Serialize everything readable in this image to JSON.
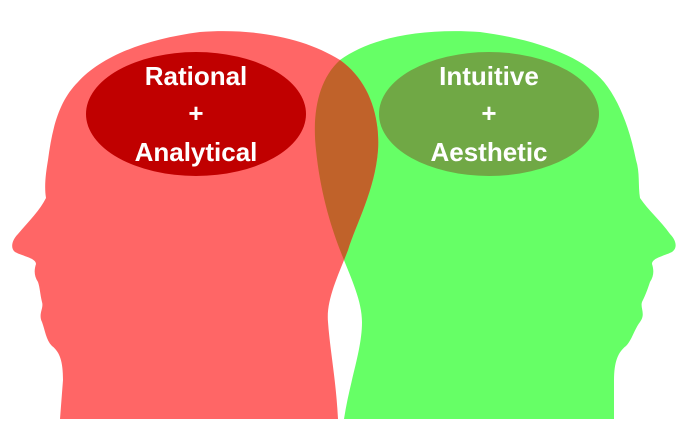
{
  "diagram": {
    "left_head": {
      "color": "#ff6666",
      "lines": [
        "Rational",
        "+",
        "Analytical"
      ],
      "brain_color": "#c00000"
    },
    "right_head": {
      "color": "#66ff66",
      "lines": [
        "Intuitive",
        "+",
        "Aesthetic"
      ],
      "brain_color": "#70a845"
    },
    "overlap_color": "#c0622a"
  }
}
